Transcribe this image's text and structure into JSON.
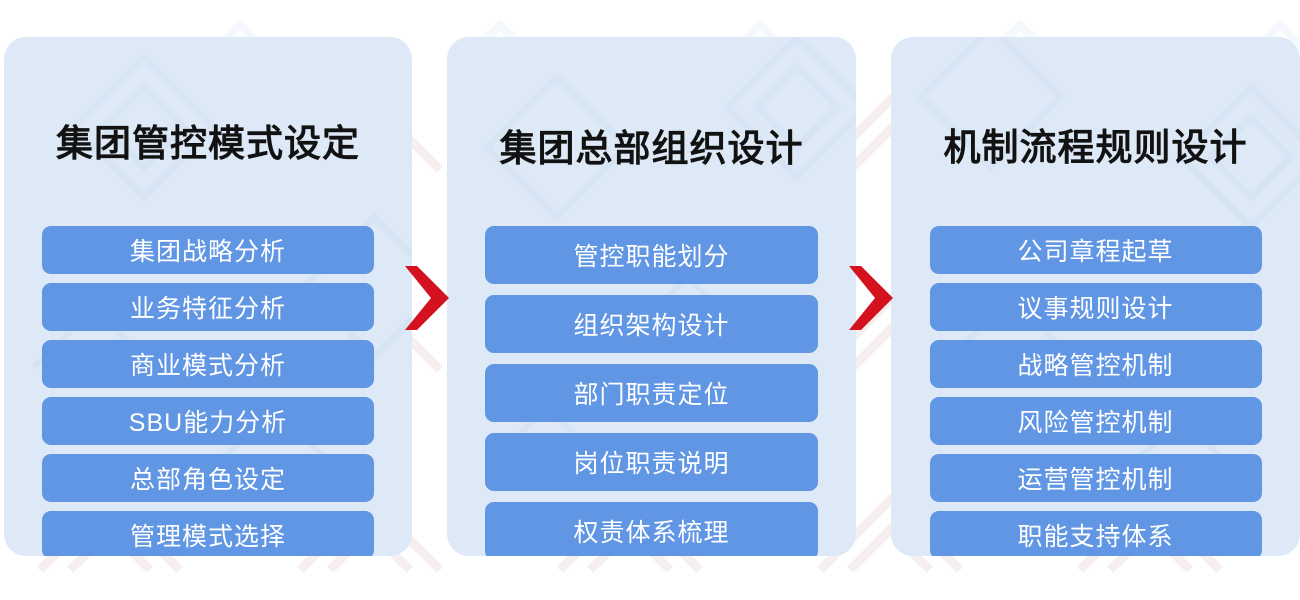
{
  "theme": {
    "page_background": "#ffffff",
    "panel_background": "#dde9f6",
    "step_background": "#6096e3",
    "step_text_color": "#ffffff",
    "title_color": "#121212",
    "arrow_color": "#d4111e"
  },
  "diagram": {
    "type": "process-flow",
    "direction": "left-to-right",
    "stage_count": 3,
    "connectors": [
      {
        "name": "arrow-1",
        "icon": "chevron-right-arrow",
        "color": "#d4111e"
      },
      {
        "name": "arrow-2",
        "icon": "chevron-right-arrow",
        "color": "#d4111e"
      }
    ],
    "stages": [
      {
        "id": "stage-1",
        "title": "集团管控模式设定",
        "steps": [
          "集团战略分析",
          "业务特征分析",
          "商业模式分析",
          "SBU能力分析",
          "总部角色设定",
          "管理模式选择"
        ]
      },
      {
        "id": "stage-2",
        "title": "集团总部组织设计",
        "steps": [
          "管控职能划分",
          "组织架构设计",
          "部门职责定位",
          "岗位职责说明",
          "权责体系梳理"
        ]
      },
      {
        "id": "stage-3",
        "title": "机制流程规则设计",
        "steps": [
          "公司章程起草",
          "议事规则设计",
          "战略管控机制",
          "风险管控机制",
          "运营管控机制",
          "职能支持体系"
        ]
      }
    ]
  }
}
